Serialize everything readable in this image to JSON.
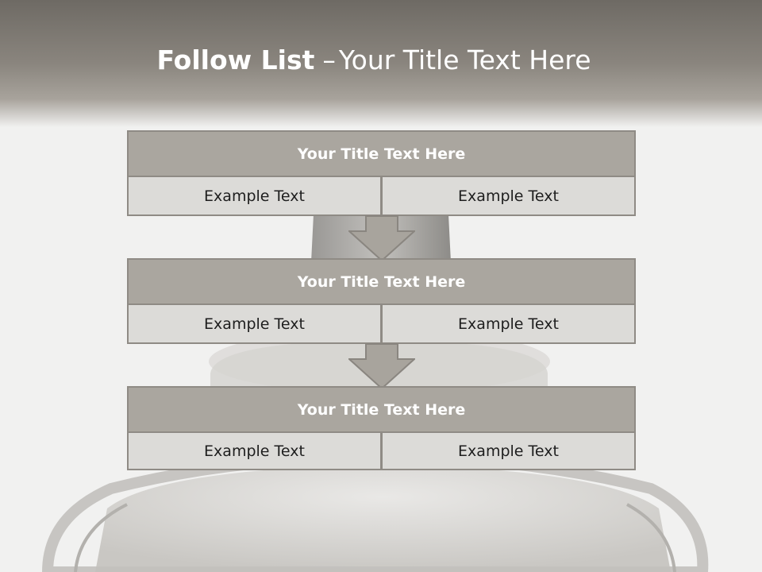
{
  "slide": {
    "title_bold": "Follow List",
    "title_separator": "–",
    "title_rest": "Your Title Text Here"
  },
  "blocks": [
    {
      "title": "Your Title Text Here",
      "left_text": "Example Text",
      "right_text": "Example Text"
    },
    {
      "title": "Your Title Text Here",
      "left_text": "Example Text",
      "right_text": "Example Text"
    },
    {
      "title": "Your Title Text Here",
      "left_text": "Example Text",
      "right_text": "Example Text"
    }
  ],
  "colors": {
    "header_fill": "#aaa69f",
    "cell_fill": "#dcdbd8",
    "border": "#8f8b85",
    "arrow_fill": "#a8a49d"
  },
  "icons": {
    "connector": "down-arrow-icon"
  }
}
